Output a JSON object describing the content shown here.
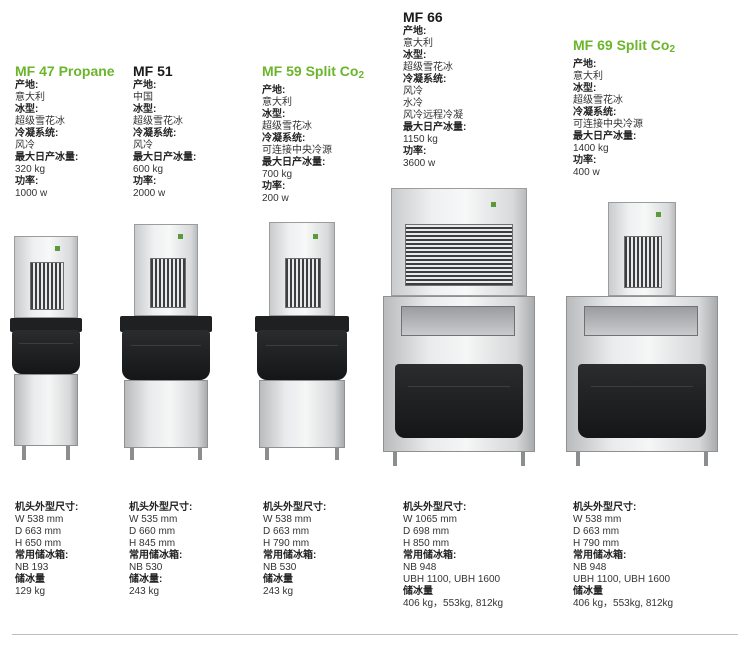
{
  "labels": {
    "origin": "产地:",
    "ice_type": "冰型:",
    "cooling": "冷凝系统:",
    "max_output": "最大日产冰量:",
    "power": "功率:",
    "head_dims": "机头外型尺寸:",
    "bins": "常用储冰箱:",
    "storage_colon": "储冰量:",
    "storage": "储冰量"
  },
  "models": [
    {
      "name": "MF 47 Propane",
      "origin": "意大利",
      "ice_type": "超级雪花冰",
      "cooling": [
        "风冷"
      ],
      "max_output": "320 kg",
      "power": "1000 w",
      "dims": [
        "W 538 mm",
        "D 663 mm",
        "H 650 mm"
      ],
      "bins": [
        "NB 193"
      ],
      "storage": "129 kg"
    },
    {
      "name": "MF 51",
      "origin": "中国",
      "ice_type": "超级雪花冰",
      "cooling": [
        "风冷"
      ],
      "max_output": "600 kg",
      "power": "2000 w",
      "dims": [
        "W 535 mm",
        "D 660 mm",
        "H 845 mm"
      ],
      "bins": [
        "NB 530"
      ],
      "storage": "243 kg"
    },
    {
      "name_main": "MF 59 Split Co",
      "name_sub": "2",
      "origin": "意大利",
      "ice_type": "超级雪花冰",
      "cooling": [
        "可连接中央冷源"
      ],
      "max_output": "700 kg",
      "power": "200 w",
      "dims": [
        "W 538 mm",
        "D 663 mm",
        "H 790 mm"
      ],
      "bins": [
        "NB 530"
      ],
      "storage": "243 kg"
    },
    {
      "name": "MF 66",
      "origin": "意大利",
      "ice_type": "超级雪花冰",
      "cooling": [
        "风冷",
        "水冷",
        "风冷远程冷凝"
      ],
      "max_output": "1150 kg",
      "power": "3600 w",
      "dims": [
        "W 1065 mm",
        "D 698 mm",
        "H 850 mm"
      ],
      "bins": [
        "NB 948",
        "UBH 1100, UBH 1600"
      ],
      "storage": "406 kg，553kg, 812kg"
    },
    {
      "name_main": "MF 69 Split Co",
      "name_sub": "2",
      "origin": "意大利",
      "ice_type": "超级雪花冰",
      "cooling": [
        "可连接中央冷源"
      ],
      "max_output": "1400 kg",
      "power": "400 w",
      "dims": [
        "W 538 mm",
        "D 663 mm",
        "H 790 mm"
      ],
      "bins": [
        "NB 948",
        "UBH 1100, UBH 1600"
      ],
      "storage": "406 kg，553kg, 812kg"
    }
  ],
  "colors": {
    "green_title": "#6bb52b",
    "black_title": "#1a1a1a"
  }
}
